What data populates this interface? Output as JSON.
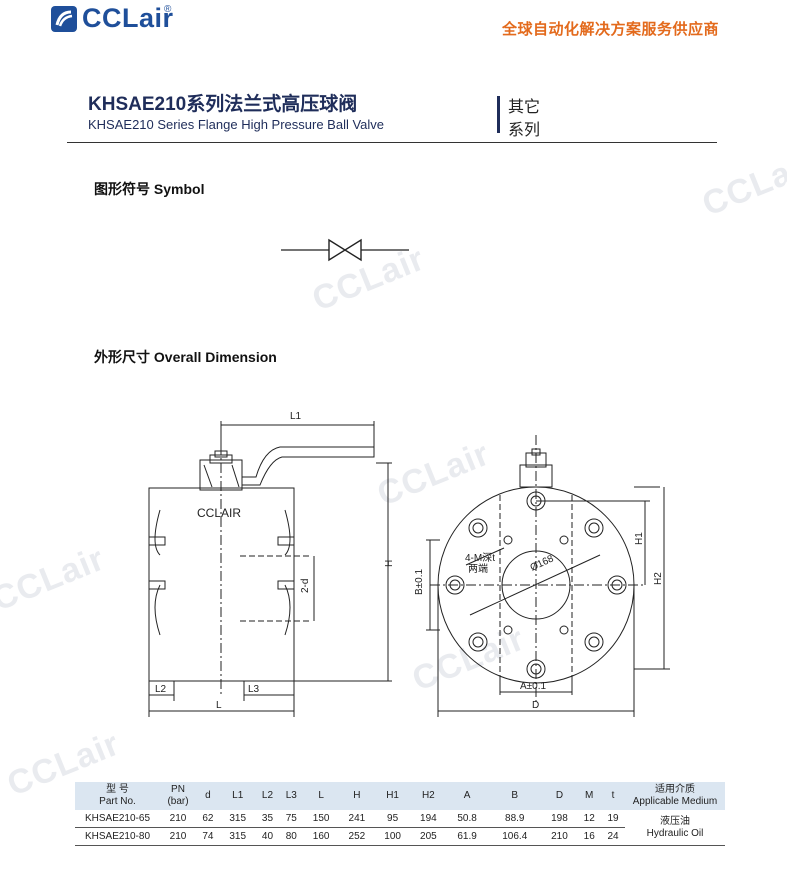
{
  "header": {
    "brand": "CCLair",
    "registered": "®",
    "slogan": "全球自动化解决方案服务供应商",
    "accent": "#1f4f9a",
    "slogan_color": "#e36a1c"
  },
  "product": {
    "title_cn": "KHSAE210系列法兰式高压球阀",
    "title_en": "KHSAE210 Series Flange High Pressure Ball Valve",
    "category_line1": "其它",
    "category_line2": "系列"
  },
  "sections": {
    "symbol": "图形符号 Symbol",
    "dimension": "外形尺寸 Overall Dimension"
  },
  "drawing": {
    "front_label": "CCLAIR",
    "dims": {
      "L1": "L1",
      "L2": "L2",
      "L3": "L3",
      "L": "L",
      "H": "H",
      "d2": "2-d",
      "H1": "H1",
      "H2": "H2",
      "B": "B±0.1",
      "A": "A±0.1",
      "D": "D",
      "thread": "4-M深t",
      "thread2": "两端",
      "phi": "Ø168"
    }
  },
  "watermark": "CCLair",
  "table": {
    "header": {
      "model_cn": "型 号",
      "model_en": "Part No.",
      "pn": "PN",
      "pn_unit": "(bar)",
      "cols": [
        "d",
        "L1",
        "L2",
        "L3",
        "L",
        "H",
        "H1",
        "H2",
        "A",
        "B",
        "D",
        "M",
        "t"
      ],
      "medium_cn": "适用介质",
      "medium_en": "Applicable Medium"
    },
    "rows": [
      {
        "part": "KHSAE210-65",
        "pn": "210",
        "d": "62",
        "L1": "315",
        "L2": "35",
        "L3": "75",
        "L": "150",
        "H": "241",
        "H1": "95",
        "H2": "194",
        "A": "50.8",
        "B": "88.9",
        "D": "198",
        "M": "12",
        "t": "19"
      },
      {
        "part": "KHSAE210-80",
        "pn": "210",
        "d": "74",
        "L1": "315",
        "L2": "40",
        "L3": "80",
        "L": "160",
        "H": "252",
        "H1": "100",
        "H2": "205",
        "A": "61.9",
        "B": "106.4",
        "D": "210",
        "M": "16",
        "t": "24"
      }
    ],
    "medium_cn": "液压油",
    "medium_en": "Hydraulic Oil"
  }
}
